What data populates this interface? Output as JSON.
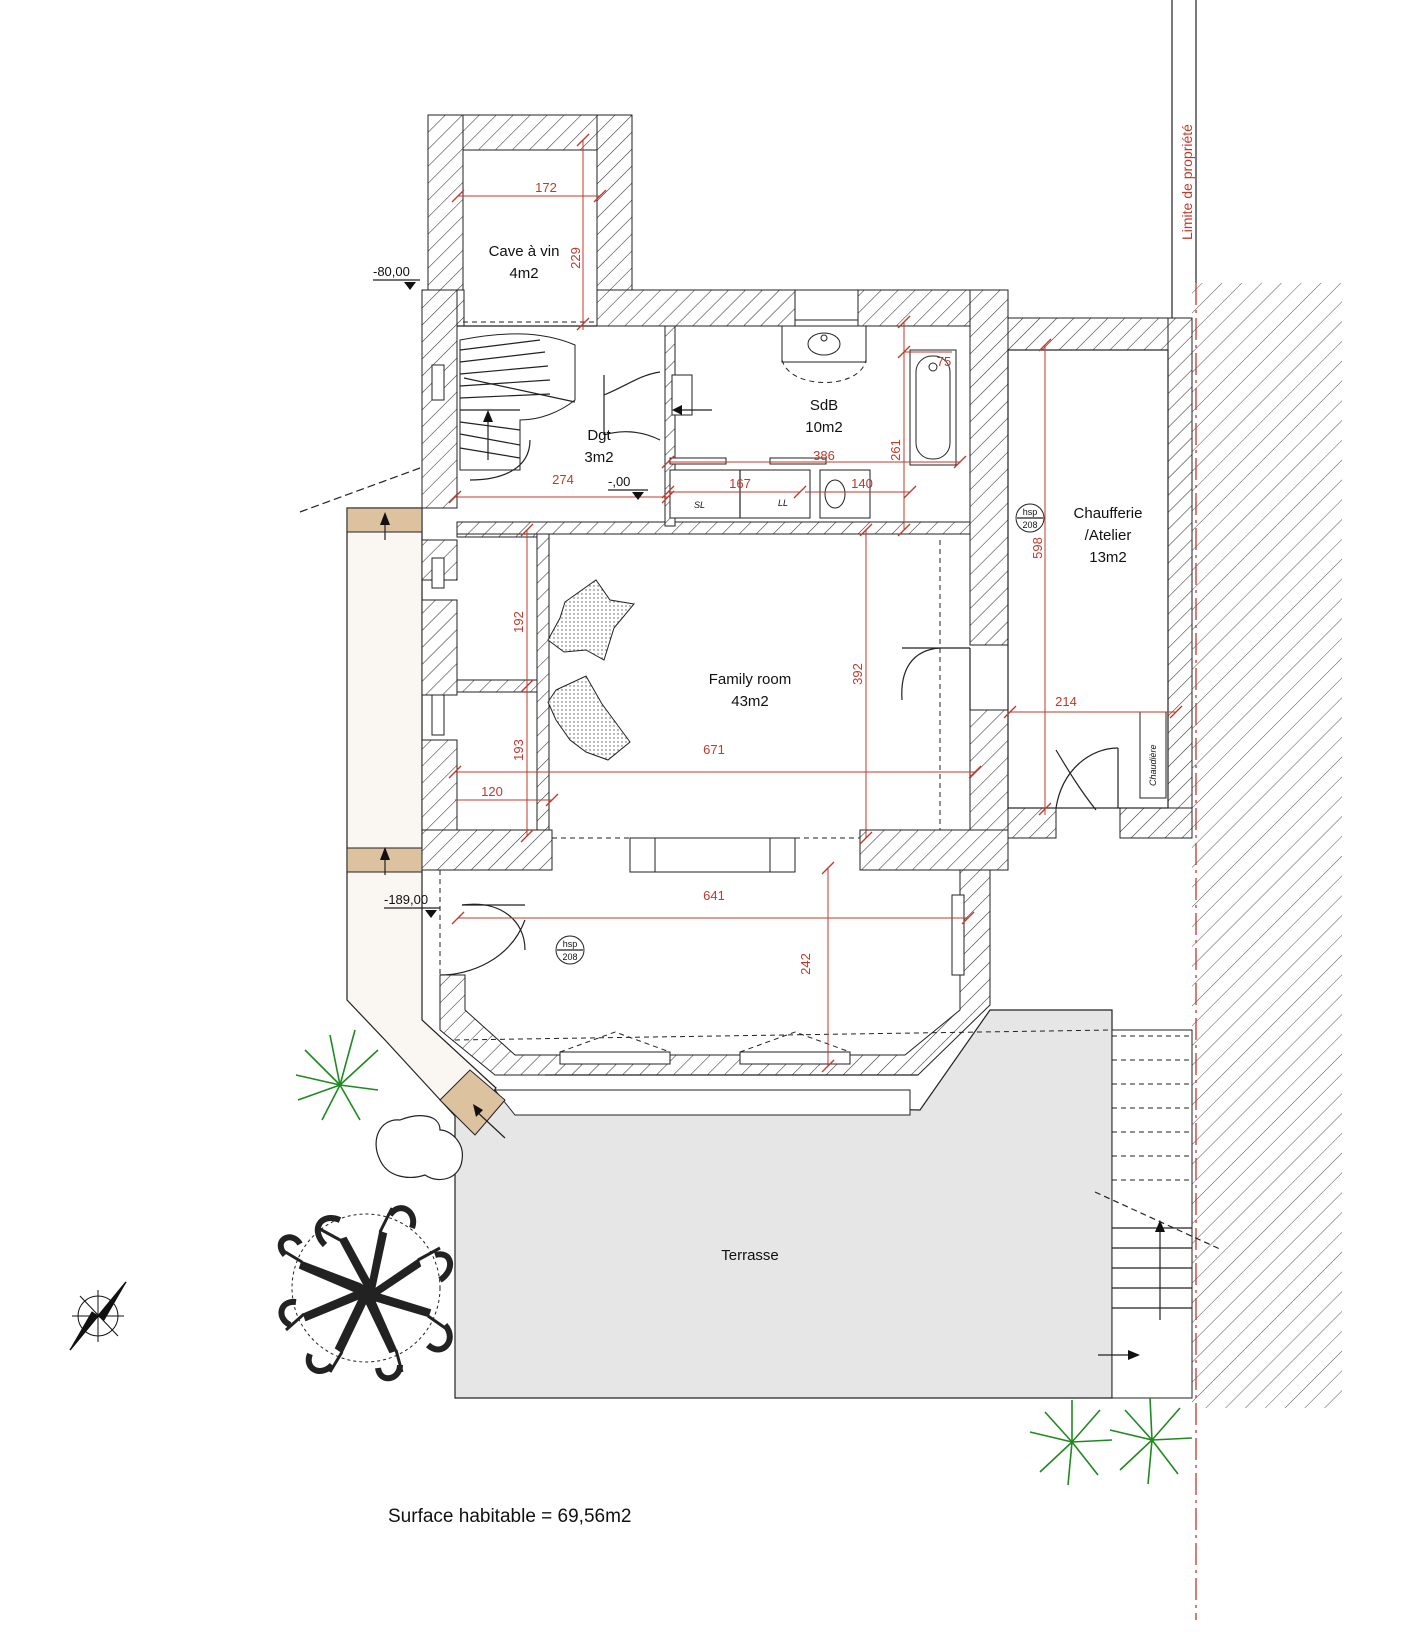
{
  "rooms": {
    "cave_name": "Cave à vin",
    "cave_area": "4m2",
    "dgt_name": "Dgt",
    "dgt_area": "3m2",
    "sdb_name": "SdB",
    "sdb_area": "10m2",
    "chaufferie_name_1": "Chaufferie",
    "chaufferie_name_2": "/Atelier",
    "chaufferie_area": "13m2",
    "family_name": "Family room",
    "family_area": "43m2",
    "terrasse_name": "Terrasse"
  },
  "dimensions": {
    "d172": "172",
    "d229": "229",
    "d274": "274",
    "d75": "75",
    "d386": "386",
    "d261": "261",
    "d167": "167",
    "d140": "140",
    "d598": "598",
    "d192": "192",
    "d193": "193",
    "d392": "392",
    "d671": "671",
    "d120": "120",
    "d214": "214",
    "d641": "641",
    "d242": "242"
  },
  "levels": {
    "l1": "-80,00",
    "l2": "-,00",
    "l3": "-189,00"
  },
  "labels": {
    "property_limit": "Limite de propriété",
    "hsp_1_top": "hsp",
    "hsp_1_bottom": "208",
    "hsp_2_top": "hsp",
    "hsp_2_bottom": "208",
    "sl": "SL",
    "ll": "LL",
    "chaudiere": "Chaudière",
    "surface": "Surface habitable = 69,56m2"
  },
  "colors": {
    "dimension": "#c0392b",
    "terrace": "#e6e6e6",
    "lintel": "#ddc2a0",
    "plants": "#1f8a1f",
    "path": "#faf7f2"
  }
}
